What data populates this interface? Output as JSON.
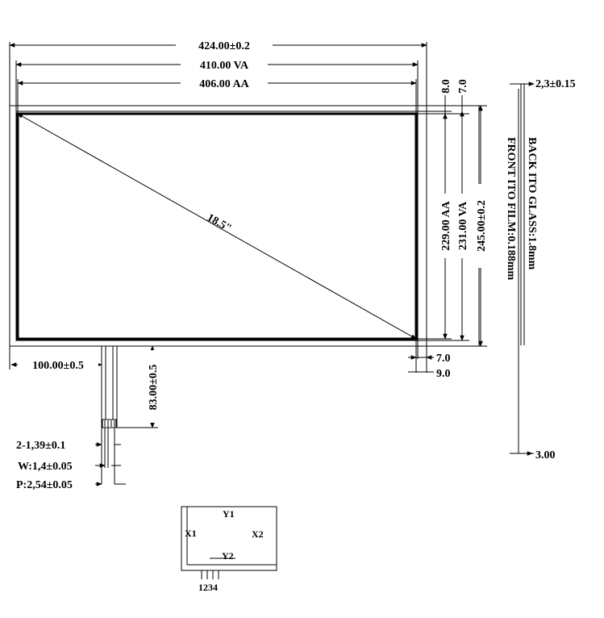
{
  "dimensions": {
    "overall_width": "424.00±0.2",
    "va_width": "410.00 VA",
    "aa_width": "406.00 AA",
    "top_margin_8": "8.0",
    "top_margin_7": "7.0",
    "aa_height": "229.00 AA",
    "va_height": "231.00 VA",
    "overall_height": "245.00±0.2",
    "bottom_margin_7": "7.0",
    "bottom_margin_9": "9.0",
    "tail_offset": "100.00±0.5",
    "tail_length": "83.00±0.5",
    "diagonal": "18.5\"",
    "pin_spec": "2-1,39±0.1",
    "pin_width": "W:1,4±0.05",
    "pin_pitch": "P:2,54±0.05"
  },
  "side_view": {
    "thickness": "2,3±0.15",
    "back_layer": "BACK ITO GLASS:1.8mm",
    "front_layer": "FRONT ITO FILM:0.188mm",
    "tail_dim": "3.00"
  },
  "schematic": {
    "y1": "Y1",
    "x1": "X1",
    "x2": "X2",
    "y2": "Y2",
    "pins": "1234"
  }
}
